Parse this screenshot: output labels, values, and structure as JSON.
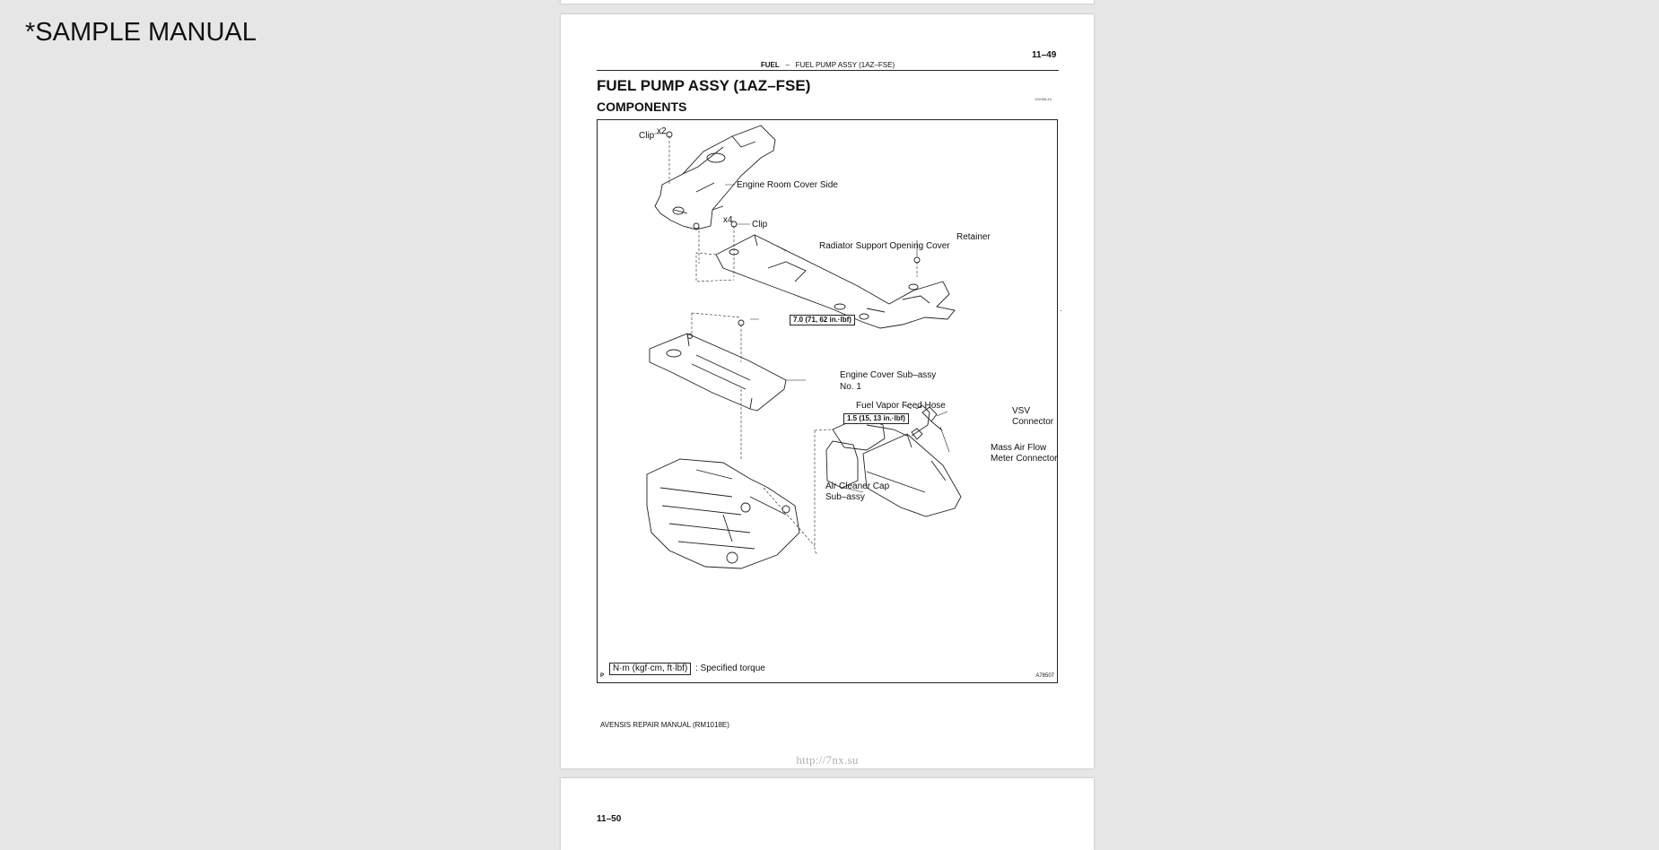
{
  "banner": "*SAMPLE MANUAL",
  "watermark": "http://7nx.su",
  "page": {
    "number": "11–49",
    "header_section": "FUEL",
    "header_sep": "–",
    "header_topic": "FUEL PUMP ASSY (1AZ–FSE)",
    "title": "FUEL PUMP ASSY (1AZ–FSE)",
    "subtitle": "COMPONENTS",
    "ref_code": "110056-43",
    "footer": "AVENSIS REPAIR MANUAL   (RM1018E)"
  },
  "figure": {
    "labels": {
      "x2": "x2",
      "clip1": "Clip",
      "engine_room_cover": "Engine Room Cover Side",
      "x4": "x4",
      "clip2": "Clip",
      "retainer": "Retainer",
      "radiator_cover": "Radiator Support Opening Cover",
      "torque1": "7.0 (71, 62 in.·lbf)",
      "engine_cover_1": "Engine Cover Sub–assy",
      "engine_cover_2": "No. 1",
      "fuel_vapor_hose": "Fuel Vapor Feed Hose",
      "torque2": "1.5 (15, 13 in.·lbf)",
      "vsv_1": "VSV",
      "vsv_2": "Connector",
      "maf_1": "Mass Air Flow",
      "maf_2": "Meter Connector",
      "air_cleaner_1": "Air Cleaner Cap",
      "air_cleaner_2": "Sub–assy"
    },
    "legend_box": "N·m (kgf·cm, ft·lbf)",
    "legend_text": ": Specified torque",
    "corner_mark": "P",
    "figure_id": "A78507"
  },
  "next_page": {
    "number": "11–50"
  }
}
